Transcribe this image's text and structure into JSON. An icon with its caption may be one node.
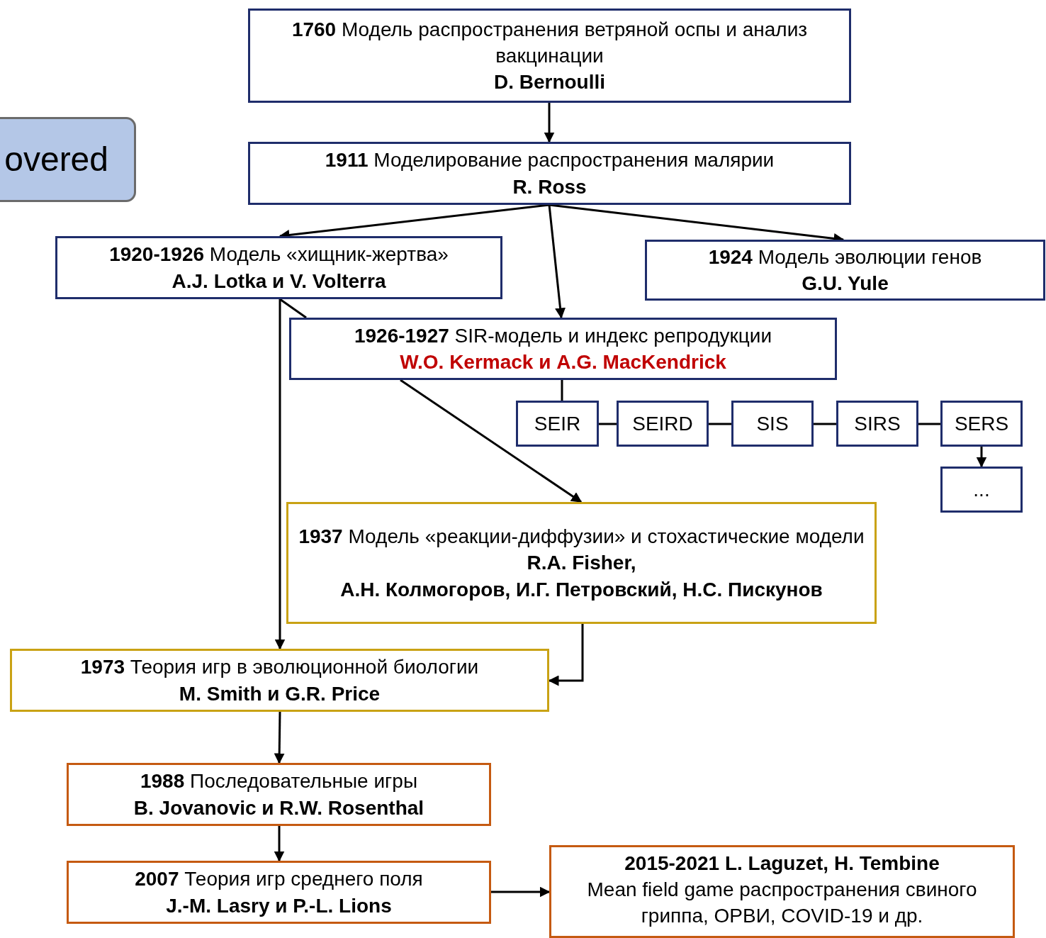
{
  "diagram": {
    "nodes": [
      {
        "text": [
          "**1760** Модель распространения ветряной оспы и анализ вакцинации",
          "D. Bernoulli"
        ]
      },
      {
        "text": [
          "overed"
        ]
      },
      {
        "text": [
          "**1911** Моделирование распространения малярии",
          "R. Ross"
        ]
      },
      {
        "text": [
          "**1920-1926** Модель «хищник-жертва»",
          "A.J. Lotka и V. Volterra"
        ]
      },
      {
        "text": [
          "**1924** Модель эволюции генов",
          "G.U. Yule"
        ]
      },
      {
        "text": [
          "**1926-1927** SIR-модель и индекс репродукции",
          "W.O. Kermack и A.G. MacKendrick"
        ]
      },
      {
        "text": [
          "SEIR"
        ]
      },
      {
        "text": [
          "SEIRD"
        ]
      },
      {
        "text": [
          "SIS"
        ]
      },
      {
        "text": [
          "SIRS"
        ]
      },
      {
        "text": [
          "SERS"
        ]
      },
      {
        "text": [
          "..."
        ]
      },
      {
        "text": [
          "**1937** Модель «реакции-диффузии» и стохастические модели",
          "R.A. Fisher,",
          "А.Н. Колмогоров, И.Г. Петровский, Н.С. Пискунов"
        ]
      },
      {
        "text": [
          "**1973** Теория игр в эволюционной биологии",
          "M. Smith и G.R. Price"
        ]
      },
      {
        "text": [
          "**1988** Последовательные игры",
          "B. Jovanovic и R.W. Rosenthal"
        ]
      },
      {
        "text": [
          "**2007** Теория игр среднего поля",
          "J.-M. Lasry и P.-L. Lions"
        ]
      },
      {
        "text": [
          "2015-2021 L. Laguzet, H. Tembine",
          "Mean field game распространения свиного гриппа, ОРВИ, COVID-19 и др."
        ]
      }
    ],
    "edges": [
      {
        "from": 0,
        "to": 2,
        "arrow": "to"
      },
      {
        "from": 2,
        "to": 3,
        "arrow": "to"
      },
      {
        "from": 2,
        "to": 5,
        "arrow": "to"
      },
      {
        "from": 2,
        "to": 4,
        "arrow": "to"
      },
      {
        "from": 3,
        "to": 13,
        "arrow": "to"
      },
      {
        "from": 3,
        "to": 5,
        "arrow": "none"
      },
      {
        "from": 5,
        "to": 6,
        "arrow": "none"
      },
      {
        "from": 6,
        "to": 7,
        "arrow": "none"
      },
      {
        "from": 7,
        "to": 8,
        "arrow": "none"
      },
      {
        "from": 8,
        "to": 9,
        "arrow": "none"
      },
      {
        "from": 9,
        "to": 10,
        "arrow": "none"
      },
      {
        "from": 10,
        "to": 11,
        "arrow": "to"
      },
      {
        "from": 5,
        "to": 12,
        "arrow": "to"
      },
      {
        "from": 12,
        "to": 13,
        "arrow": "to"
      },
      {
        "from": 13,
        "to": 14,
        "arrow": "to"
      },
      {
        "from": 14,
        "to": 15,
        "arrow": "to"
      },
      {
        "from": 15,
        "to": 16,
        "arrow": "to"
      }
    ]
  }
}
